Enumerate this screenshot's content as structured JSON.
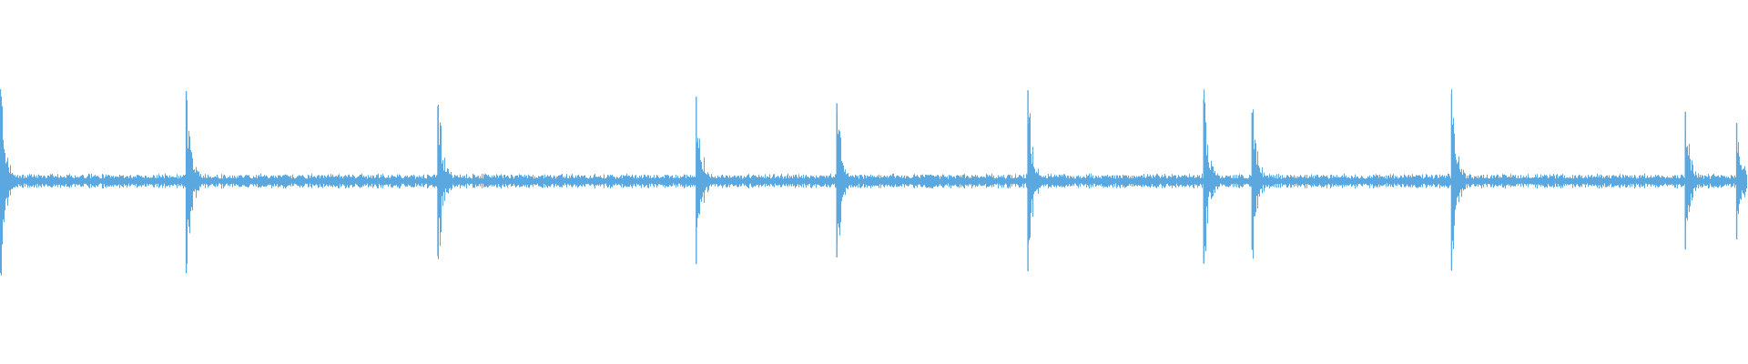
{
  "waveform": {
    "color": "#5ba8e0",
    "background": "#ffffff",
    "transients": [
      {
        "time": 0.0,
        "amplitude": 0.98
      },
      {
        "time": 0.1064,
        "amplitude": 0.96
      },
      {
        "time": 0.2505,
        "amplitude": 0.8
      },
      {
        "time": 0.3985,
        "amplitude": 0.9
      },
      {
        "time": 0.479,
        "amplitude": 0.83
      },
      {
        "time": 0.5884,
        "amplitude": 0.97
      },
      {
        "time": 0.6891,
        "amplitude": 0.87
      },
      {
        "time": 0.7168,
        "amplitude": 0.73
      },
      {
        "time": 0.831,
        "amplitude": 0.93
      },
      {
        "time": 0.9649,
        "amplitude": 0.74
      },
      {
        "time": 0.9943,
        "amplitude": 0.62
      }
    ],
    "noise_floor": 0.06
  }
}
